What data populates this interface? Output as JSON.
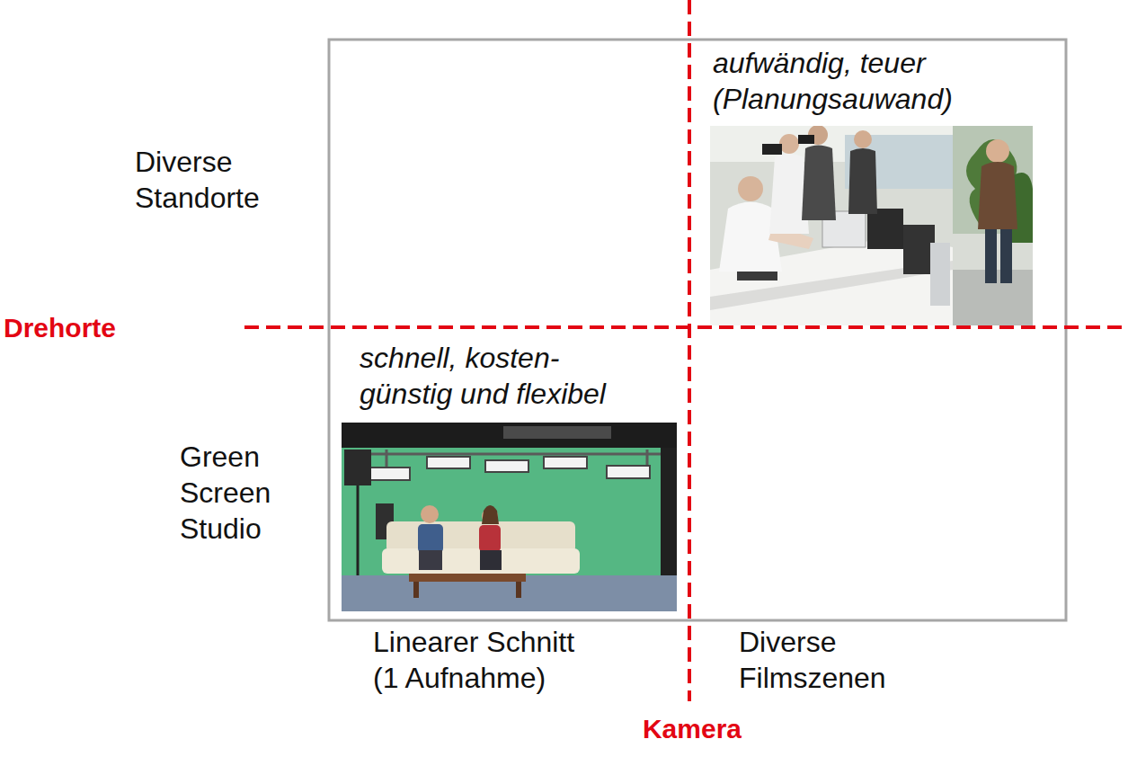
{
  "diagram": {
    "labels": [
      "Diverse Standorte",
      "aufwändig, teuer (Planungsauwand)",
      "Drehorte",
      "schnell, kosten- günstig und flexibel",
      "Green Screen Studio",
      "Linearer Schnitt (1 Aufnahme)",
      "Diverse Filmszenen",
      "Kamera"
    ]
  }
}
